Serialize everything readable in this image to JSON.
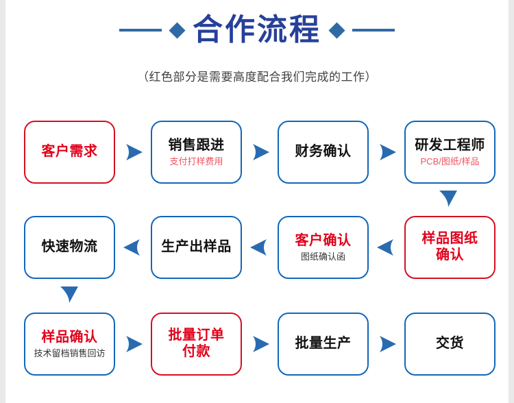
{
  "header": {
    "title": "合作流程",
    "subtitle": "（红色部分是需要高度配合我们完成的工作）",
    "left_diamond": "diamond-left",
    "right_diamond": "diamond-right"
  },
  "colors": {
    "title_blue": "#26409A",
    "accent_blue": "#2F6AA5",
    "node_border_blue": "#1266B8",
    "node_border_red": "#D40F22",
    "red_text": "#E1001A",
    "sub_red_text": "#F0535F",
    "arrow_blue": "#2A6BB0",
    "page_bg": "#FFFFFF",
    "canvas_bg": "#E9E9E9"
  },
  "flow": {
    "rows": [
      {
        "id": "row-1",
        "direction": "right",
        "nodes": [
          {
            "main": "客户需求",
            "sub": "",
            "border": "red",
            "main_color": "red",
            "sub_color": "red"
          },
          {
            "main": "销售跟进",
            "sub": "支付打样费用",
            "border": "blue",
            "main_color": "black",
            "sub_color": "red"
          },
          {
            "main": "财务确认",
            "sub": "",
            "border": "blue",
            "main_color": "black",
            "sub_color": "red"
          },
          {
            "main": "研发工程师",
            "sub": "PCB/图纸/样品",
            "border": "blue",
            "main_color": "black",
            "sub_color": "red"
          }
        ]
      },
      {
        "id": "row-2",
        "direction": "left",
        "nodes": [
          {
            "main": "快速物流",
            "sub": "",
            "border": "blue",
            "main_color": "black",
            "sub_color": "red"
          },
          {
            "main": "生产出样品",
            "sub": "",
            "border": "blue",
            "main_color": "black",
            "sub_color": "red"
          },
          {
            "main": "客户确认",
            "sub": "图纸确认函",
            "border": "blue",
            "main_color": "red",
            "sub_color": "dark"
          },
          {
            "main": "样品图纸\n确认",
            "sub": "",
            "border": "red",
            "main_color": "red",
            "sub_color": "red"
          }
        ]
      },
      {
        "id": "row-3",
        "direction": "right",
        "nodes": [
          {
            "main": "样品确认",
            "sub": "技术留档销售回访",
            "border": "blue",
            "main_color": "red",
            "sub_color": "dark"
          },
          {
            "main": "批量订单\n付款",
            "sub": "",
            "border": "red",
            "main_color": "red",
            "sub_color": "red"
          },
          {
            "main": "批量生产",
            "sub": "",
            "border": "blue",
            "main_color": "black",
            "sub_color": "red"
          },
          {
            "main": "交货",
            "sub": "",
            "border": "blue",
            "main_color": "black",
            "sub_color": "red"
          }
        ]
      }
    ],
    "vertical_connectors": [
      {
        "id": "vconn-right",
        "label": "down-arrow-row1-to-row2"
      },
      {
        "id": "vconn-left",
        "label": "down-arrow-row2-to-row3"
      }
    ]
  }
}
